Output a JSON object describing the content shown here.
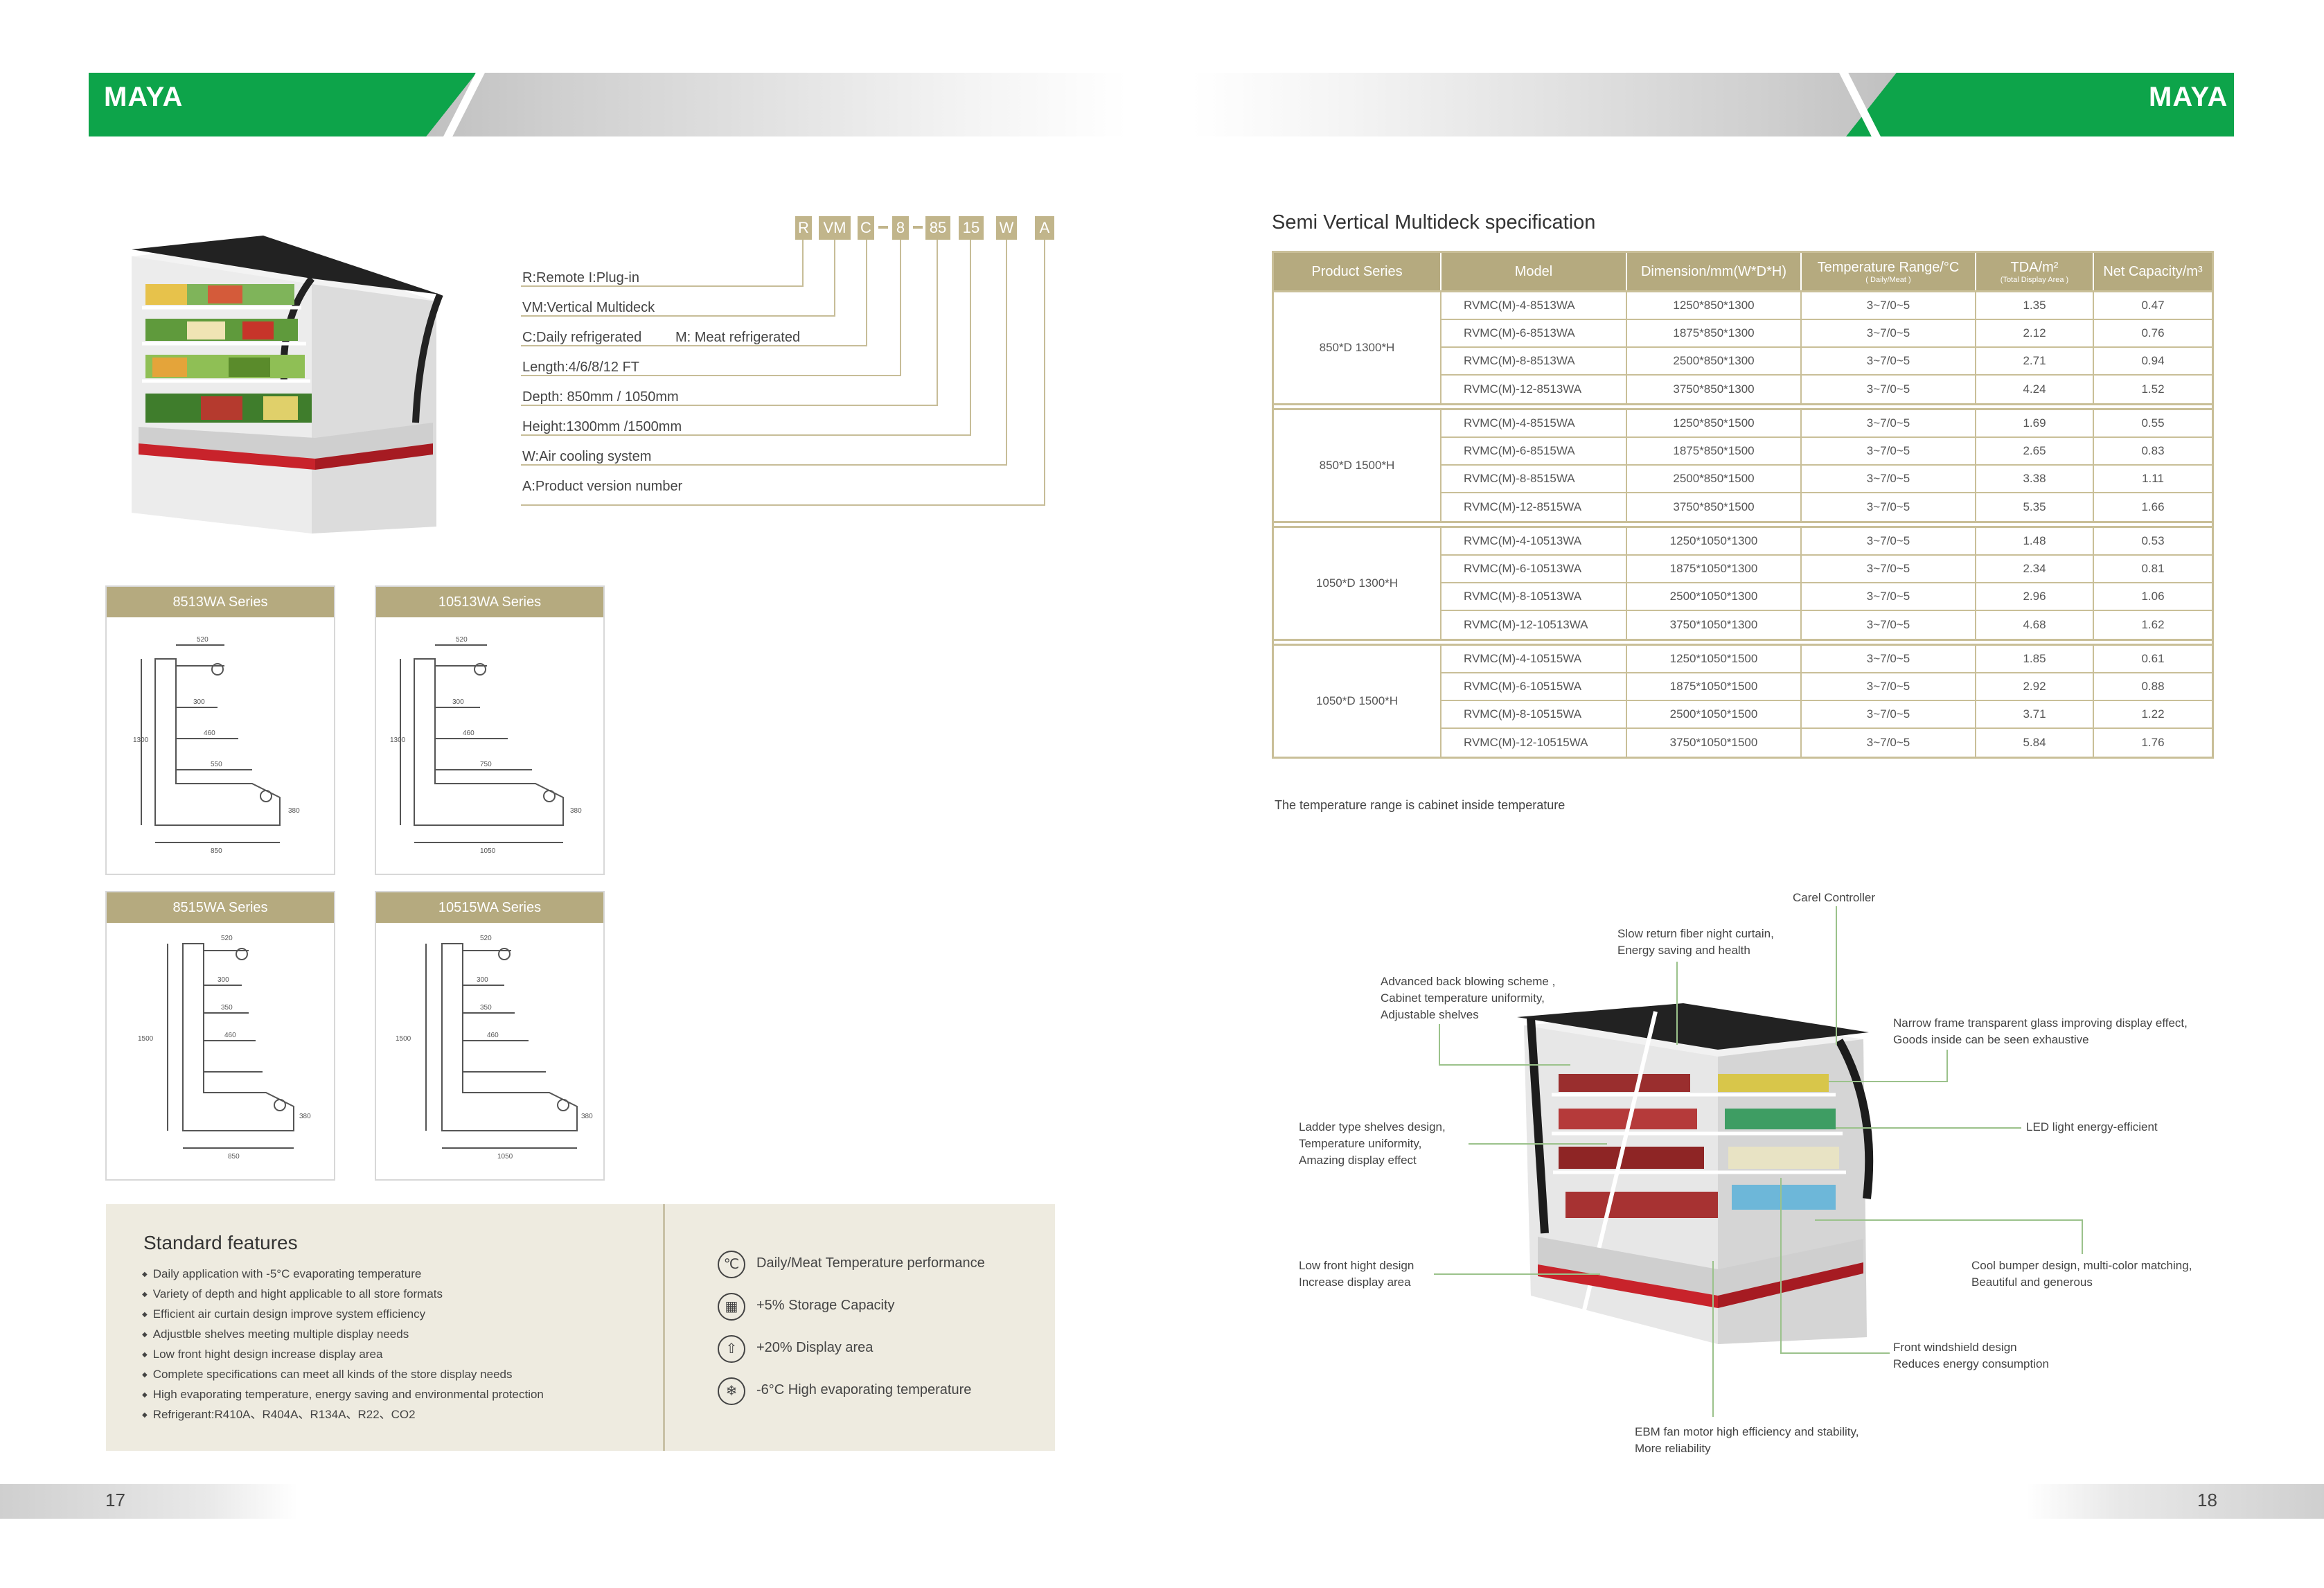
{
  "header": {
    "brand_left": "MAYA",
    "brand_right": "MAYA"
  },
  "footer": {
    "page_left": "17",
    "page_right": "18"
  },
  "model_code": {
    "segments": [
      "R",
      "VM",
      "C",
      "8",
      "85",
      "15",
      "W",
      "A"
    ],
    "legend": [
      "R:Remote I:Plug-in",
      "VM:Vertical Multideck",
      "C:Daily refrigerated",
      "M: Meat refrigerated",
      "Length:4/6/8/12 FT",
      "Depth: 850mm / 1050mm",
      "Height:1300mm /1500mm",
      "W:Air cooling system",
      "A:Product version number"
    ]
  },
  "series_cards": [
    {
      "title": "8513WA  Series",
      "dims": {
        "top": "520",
        "h": "1300",
        "s1": "300",
        "s2": "460",
        "s3": "550",
        "base": "850",
        "side": "380"
      }
    },
    {
      "title": "10513WA  Series",
      "dims": {
        "top": "520",
        "h": "1300",
        "s1": "300",
        "s2": "460",
        "s3": "750",
        "base": "1050",
        "side": "380"
      }
    },
    {
      "title": "8515WA  Series",
      "dims": {
        "top": "520",
        "h": "1500",
        "s1": "300",
        "s2": "350",
        "s3": "460",
        "base": "850",
        "side": "380"
      }
    },
    {
      "title": "10515WA  Series",
      "dims": {
        "top": "520",
        "h": "1500",
        "s1": "300",
        "s2": "350",
        "s3": "460",
        "base": "1050",
        "side": "380"
      }
    }
  ],
  "standard_features": {
    "title": "Standard features",
    "items": [
      "Daily application with -5°C evaporating temperature",
      "Variety of depth and hight applicable to all store formats",
      "Efficient air curtain design improve system efficiency",
      "Adjustble shelves meeting multiple display needs",
      "Low front hight design increase display area",
      "Complete specifications can meet all kinds of the store display needs",
      "High evaporating temperature, energy saving and environmental protection",
      "Refrigerant:R410A、R404A、R134A、R22、CO2"
    ],
    "highlights": [
      {
        "icon": "thermometer-icon",
        "glyph": "℃",
        "text": "Daily/Meat Temperature performance"
      },
      {
        "icon": "storage-icon",
        "glyph": "▦",
        "text": "+5% Storage Capacity"
      },
      {
        "icon": "display-area-icon",
        "glyph": "⇧",
        "text": "+20% Display area"
      },
      {
        "icon": "evaporating-icon",
        "glyph": "❄",
        "text": "-6°C High evaporating temperature"
      }
    ]
  },
  "spec": {
    "title": "Semi Vertical Multideck specification",
    "headers": {
      "series": "Product Series",
      "model": "Model",
      "dimension": "Dimension/mm(W*D*H)",
      "temperature": "Temperature Range/°C",
      "temperature_sub": "( Daily/Meat )",
      "tda": "TDA/m²",
      "tda_sub": "(Total Display Area )",
      "net": "Net Capacity/m³"
    },
    "groups": [
      {
        "series": "850*D  1300*H",
        "rows": [
          {
            "model": "RVMC(M)-4-8513WA",
            "dim": "1250*850*1300",
            "temp": "3~7/0~5",
            "tda": "1.35",
            "net": "0.47"
          },
          {
            "model": "RVMC(M)-6-8513WA",
            "dim": "1875*850*1300",
            "temp": "3~7/0~5",
            "tda": "2.12",
            "net": "0.76"
          },
          {
            "model": "RVMC(M)-8-8513WA",
            "dim": "2500*850*1300",
            "temp": "3~7/0~5",
            "tda": "2.71",
            "net": "0.94"
          },
          {
            "model": "RVMC(M)-12-8513WA",
            "dim": "3750*850*1300",
            "temp": "3~7/0~5",
            "tda": "4.24",
            "net": "1.52"
          }
        ]
      },
      {
        "series": "850*D  1500*H",
        "rows": [
          {
            "model": "RVMC(M)-4-8515WA",
            "dim": "1250*850*1500",
            "temp": "3~7/0~5",
            "tda": "1.69",
            "net": "0.55"
          },
          {
            "model": "RVMC(M)-6-8515WA",
            "dim": "1875*850*1500",
            "temp": "3~7/0~5",
            "tda": "2.65",
            "net": "0.83"
          },
          {
            "model": "RVMC(M)-8-8515WA",
            "dim": "2500*850*1500",
            "temp": "3~7/0~5",
            "tda": "3.38",
            "net": "1.11"
          },
          {
            "model": "RVMC(M)-12-8515WA",
            "dim": "3750*850*1500",
            "temp": "3~7/0~5",
            "tda": "5.35",
            "net": "1.66"
          }
        ]
      },
      {
        "series": "1050*D  1300*H",
        "rows": [
          {
            "model": "RVMC(M)-4-10513WA",
            "dim": "1250*1050*1300",
            "temp": "3~7/0~5",
            "tda": "1.48",
            "net": "0.53"
          },
          {
            "model": "RVMC(M)-6-10513WA",
            "dim": "1875*1050*1300",
            "temp": "3~7/0~5",
            "tda": "2.34",
            "net": "0.81"
          },
          {
            "model": "RVMC(M)-8-10513WA",
            "dim": "2500*1050*1300",
            "temp": "3~7/0~5",
            "tda": "2.96",
            "net": "1.06"
          },
          {
            "model": "RVMC(M)-12-10513WA",
            "dim": "3750*1050*1300",
            "temp": "3~7/0~5",
            "tda": "4.68",
            "net": "1.62"
          }
        ]
      },
      {
        "series": "1050*D  1500*H",
        "rows": [
          {
            "model": "RVMC(M)-4-10515WA",
            "dim": "1250*1050*1500",
            "temp": "3~7/0~5",
            "tda": "1.85",
            "net": "0.61"
          },
          {
            "model": "RVMC(M)-6-10515WA",
            "dim": "1875*1050*1500",
            "temp": "3~7/0~5",
            "tda": "2.92",
            "net": "0.88"
          },
          {
            "model": "RVMC(M)-8-10515WA",
            "dim": "2500*1050*1500",
            "temp": "3~7/0~5",
            "tda": "3.71",
            "net": "1.22"
          },
          {
            "model": "RVMC(M)-12-10515WA",
            "dim": "3750*1050*1500",
            "temp": "3~7/0~5",
            "tda": "5.84",
            "net": "1.76"
          }
        ]
      }
    ],
    "note": "The temperature range is cabinet inside temperature"
  },
  "annotations": {
    "carel": "Carel Controller",
    "curtain_1": "Slow return fiber night curtain,",
    "curtain_2": "Energy saving and health",
    "blowing_1": "Advanced back blowing scheme ,",
    "blowing_2": "Cabinet temperature uniformity,",
    "blowing_3": "Adjustable shelves",
    "glass_1": "Narrow frame transparent glass improving display effect,",
    "glass_2": "Goods inside can be seen exhaustive",
    "ladder_1": "Ladder type shelves design,",
    "ladder_2": "Temperature uniformity,",
    "ladder_3": "Amazing display effect",
    "led": "LED light energy-efficient",
    "front_1": "Low front hight design",
    "front_2": "Increase display area",
    "bumper_1": "Cool bumper design, multi-color matching,",
    "bumper_2": "Beautiful and generous",
    "windshield_1": "Front windshield design",
    "windshield_2": "Reduces energy consumption",
    "fan_1": "EBM fan motor high efficiency and stability,",
    "fan_2": "More reliability"
  },
  "colors": {
    "brand_green": "#0da44a",
    "tan": "#b5aa7f",
    "panel": "#eeebe0",
    "cabinet_red": "#c8232b"
  }
}
